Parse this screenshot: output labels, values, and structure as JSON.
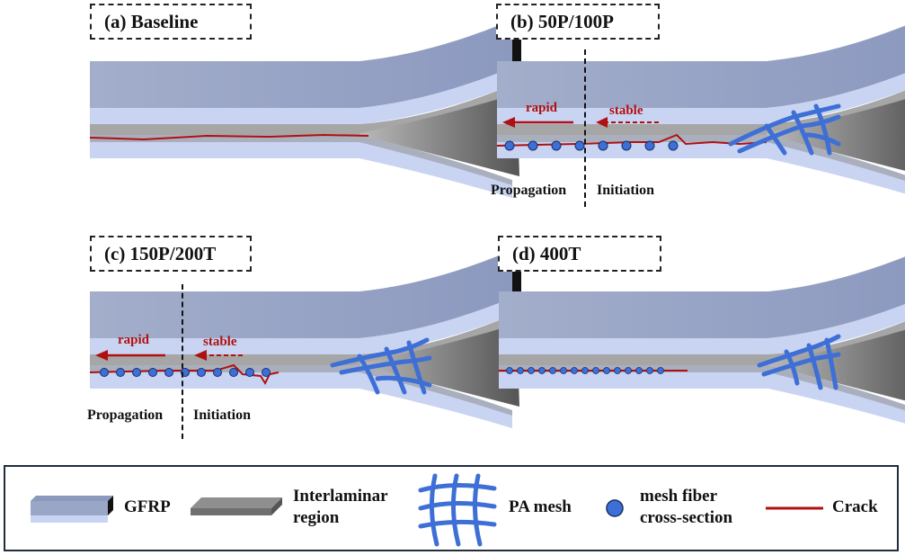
{
  "panels": {
    "a": {
      "title": "(a) Baseline"
    },
    "b": {
      "title": "(b) 50P/100P",
      "rapid": "rapid",
      "stable": "stable",
      "propagation": "Propagation",
      "initiation": "Initiation"
    },
    "c": {
      "title": "(c) 150P/200T",
      "rapid": "rapid",
      "stable": "stable",
      "propagation": "Propagation",
      "initiation": "Initiation"
    },
    "d": {
      "title": "(d) 400T"
    }
  },
  "legend": {
    "gfrp": "GFRP",
    "interlaminar_1": "Interlaminar",
    "interlaminar_2": "region",
    "pa_mesh": "PA mesh",
    "fiber_1": "mesh fiber",
    "fiber_2": "cross-section",
    "crack": "Crack"
  },
  "colors": {
    "gfrp_top": "#9aa6c6",
    "gfrp_side": "#c8d4f2",
    "interlaminar": "#8f8f8f",
    "mesh": "#3d6fd6",
    "crack": "#b01010"
  }
}
